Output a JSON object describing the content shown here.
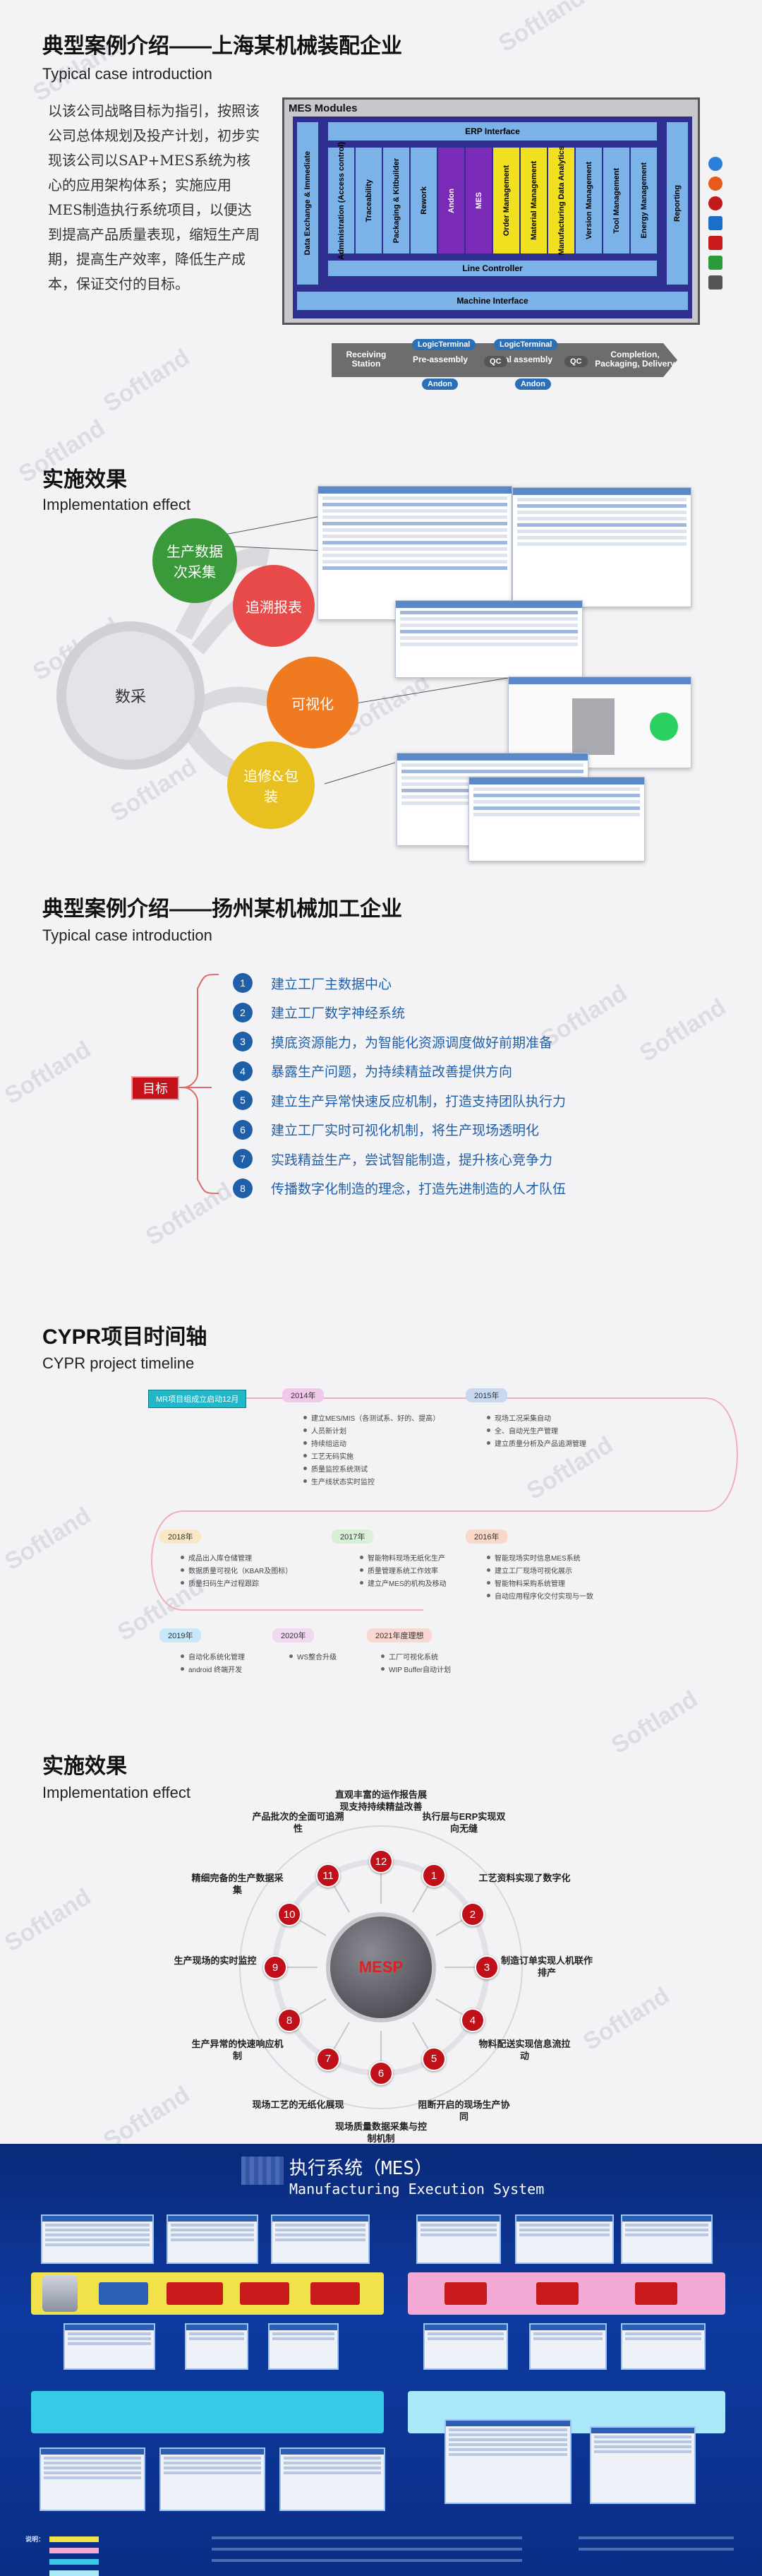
{
  "watermark": "Softland",
  "section1": {
    "title": "典型案例介绍——上海某机械装配企业",
    "subtitle": "Typical case introduction",
    "body": "以该公司战略目标为指引，按照该公司总体规划及投产计划，初步实现该公司以SAP+MES系统为核心的应用架构体系；实施应用MES制造执行系统项目，以便达到提高产品质量表现，缩短生产周期，提高生产效率，降低生产成本，保证交付的目标。",
    "diagram": {
      "title": "MES Modules",
      "erp": "ERP Interface",
      "left_bar": "Data Exchange & Immediate",
      "right_bar": "Reporting",
      "line_controller": "Line Controller",
      "machine_interface": "Machine Interface",
      "modules": [
        {
          "label": "Administration (Access control)",
          "color": "#7bb3e8"
        },
        {
          "label": "Traceability",
          "color": "#7bb3e8"
        },
        {
          "label": "Packaging & Kitbuilder",
          "color": "#7bb3e8"
        },
        {
          "label": "Rework",
          "color": "#7bb3e8"
        },
        {
          "label": "Andon",
          "color": "#7a2bb8"
        },
        {
          "label": "MES",
          "color": "#7a2bb8"
        },
        {
          "label": "Order Management",
          "color": "#f0e020"
        },
        {
          "label": "Material Management",
          "color": "#f0e020"
        },
        {
          "label": "Manufacturing Data Analytics",
          "color": "#f0e020"
        },
        {
          "label": "Version Management",
          "color": "#7bb3e8"
        },
        {
          "label": "Tool Management",
          "color": "#7bb3e8"
        },
        {
          "label": "Energy Management",
          "color": "#7bb3e8"
        }
      ],
      "process": [
        "Receiving Station",
        "Pre-assembly",
        "Final assembly",
        "Completion, Packaging, Delivery"
      ],
      "logic_terminals": [
        "LogicTerminal",
        "LogicTerminal"
      ],
      "qc": [
        "QC",
        "QC"
      ],
      "andon": [
        "Andon",
        "Andon"
      ]
    }
  },
  "section2": {
    "title": "实施效果",
    "subtitle": "Implementation effect",
    "center": "数采",
    "nodes": [
      {
        "label": "生产数据次采集",
        "color": "#3a9a3a"
      },
      {
        "label": "追溯报表",
        "color": "#e84a4a"
      },
      {
        "label": "可视化",
        "color": "#f07a20"
      },
      {
        "label": "追修&包装",
        "color": "#e8c020"
      }
    ]
  },
  "section3": {
    "title": "典型案例介绍——扬州某机械加工企业",
    "subtitle": "Typical case introduction",
    "badge": "目标",
    "goals": [
      "建立工厂主数据中心",
      "建立工厂数字神经系统",
      "摸底资源能力，为智能化资源调度做好前期准备",
      "暴露生产问题，为持续精益改善提供方向",
      "建立生产异常快速反应机制，打造支持团队执行力",
      "建立工厂实时可视化机制，将生产现场透明化",
      "实践精益生产，尝试智能制造，提升核心竞争力",
      "传播数字化制造的理念，打造先进制造的人才队伍"
    ]
  },
  "section4": {
    "title": "CYPR项目时间轴",
    "subtitle": "CYPR project timeline",
    "start": "MR项目组成立启动12月",
    "years": [
      {
        "label": "2014年",
        "color": "#f0c8e8",
        "items": [
          "建立MES/MIS（各测试系、好的、提高）",
          "人员新计划",
          "持续组运动",
          "工艺无码实施",
          "质量监控系统测试",
          "生产线状态实时监控"
        ]
      },
      {
        "label": "2015年",
        "color": "#c8d8f0",
        "items": [
          "现场工况采集自动",
          "全、自动光生产管理",
          "建立质量分析及产品追溯管理"
        ]
      },
      {
        "label": "2016年",
        "color": "#f8d8c8",
        "items": [
          "智能现场实时信息MES系统",
          "建立工厂现场可视化展示",
          "智能物料采购系统管理",
          "自动应用程序化交付实现与一致"
        ]
      },
      {
        "label": "2017年",
        "color": "#d8f0d8",
        "items": [
          "智能物料现场无纸化生产",
          "质量管理系统工作效率",
          "建立产MES的机构及移动"
        ]
      },
      {
        "label": "2018年",
        "color": "#f8e8c8",
        "items": [
          "成品出入库仓储管理",
          "数据质量可视化（KBAR及图标）",
          "质量扫码生产过程跟踪"
        ]
      },
      {
        "label": "2019年",
        "color": "#c8e8f8",
        "items": [
          "自动化系统化管理",
          "android 终端开发"
        ]
      },
      {
        "label": "2020年",
        "color": "#f0d8f0",
        "items": [
          "WS整合升级"
        ]
      },
      {
        "label": "2021年度理想",
        "color": "#f8d8d0",
        "items": [
          "工厂可视化系统",
          "WIP Buffer自动计划"
        ]
      }
    ]
  },
  "section5": {
    "title": "实施效果",
    "subtitle": "Implementation effect",
    "center": "MESP",
    "items": [
      {
        "num": "1",
        "label": "执行层与ERP实现双向无缝"
      },
      {
        "num": "2",
        "label": "工艺资料实现了数字化"
      },
      {
        "num": "3",
        "label": "制造订单实现人机联作排产"
      },
      {
        "num": "4",
        "label": "物料配送实现信息流拉动"
      },
      {
        "num": "5",
        "label": "阻断开启的现场生产协同"
      },
      {
        "num": "6",
        "label": "现场质量数据采集与控制机制"
      },
      {
        "num": "7",
        "label": "现场工艺的无纸化展现"
      },
      {
        "num": "8",
        "label": "生产异常的快速响应机制"
      },
      {
        "num": "9",
        "label": "生产现场的实时监控"
      },
      {
        "num": "10",
        "label": "精细完备的生产数据采集"
      },
      {
        "num": "11",
        "label": "产品批次的全面可追溯性"
      },
      {
        "num": "12",
        "label": "直观丰富的运作报告展现支持持续精益改善"
      }
    ]
  },
  "poster": {
    "title": "执行系统（MES）",
    "subtitle": "Manufacturing Execution System",
    "legend_label": "说明："
  }
}
